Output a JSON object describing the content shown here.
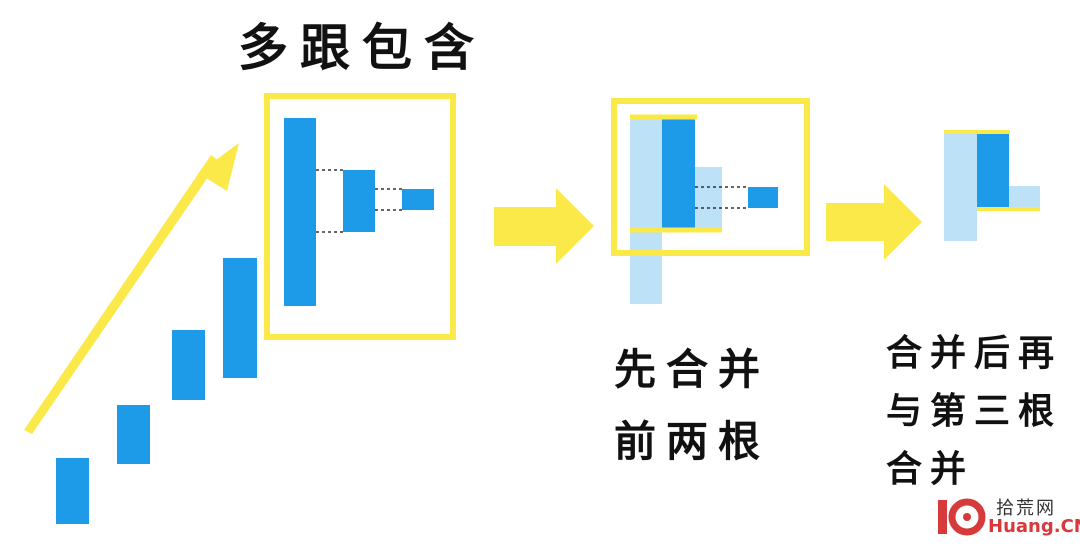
{
  "title": "多跟包含",
  "step2_caption": [
    "先合并",
    "前两根"
  ],
  "step3_caption": [
    "合并后再",
    "与第三根",
    "合并"
  ],
  "watermark": {
    "cn": "拾荒网",
    "en": "Huang.CN"
  },
  "colors": {
    "candle": "#1e9be8",
    "candle_light": "#bde2f7",
    "highlight": "#fbe94a",
    "dashed": "#333333",
    "text": "#111111",
    "watermark_red": "#d63a3a"
  },
  "icons": [
    "trend-arrow-icon",
    "right-arrow-icon",
    "watermark-logo-icon"
  ]
}
